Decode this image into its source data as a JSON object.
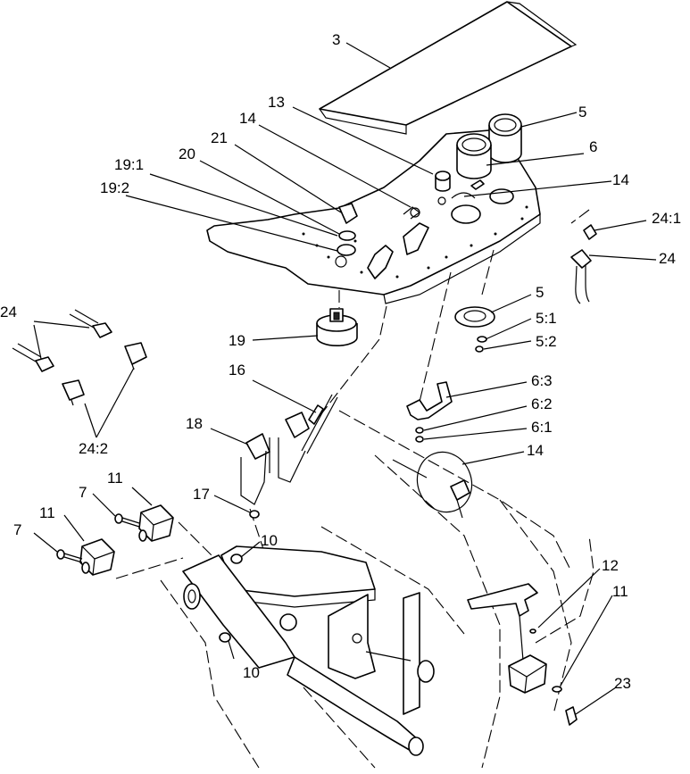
{
  "callouts": {
    "c3": "3",
    "c13": "13",
    "c14a": "14",
    "c21": "21",
    "c20": "20",
    "c19_1": "19:1",
    "c19_2": "19:2",
    "c5a": "5",
    "c6": "6",
    "c14b": "14",
    "c24_1": "24:1",
    "c24a": "24",
    "c24b": "24",
    "c5b": "5",
    "c5_1": "5:1",
    "c5_2": "5:2",
    "c19": "19",
    "c6_3": "6:3",
    "c6_2": "6:2",
    "c6_1": "6:1",
    "c16": "16",
    "c18": "18",
    "c14c": "14",
    "c24_2": "24:2",
    "c11a": "11",
    "c7a": "7",
    "c11b": "11",
    "c7b": "7",
    "c17": "17",
    "c10a": "10",
    "c12": "12",
    "c11c": "11",
    "c10b": "10",
    "c23": "23"
  }
}
